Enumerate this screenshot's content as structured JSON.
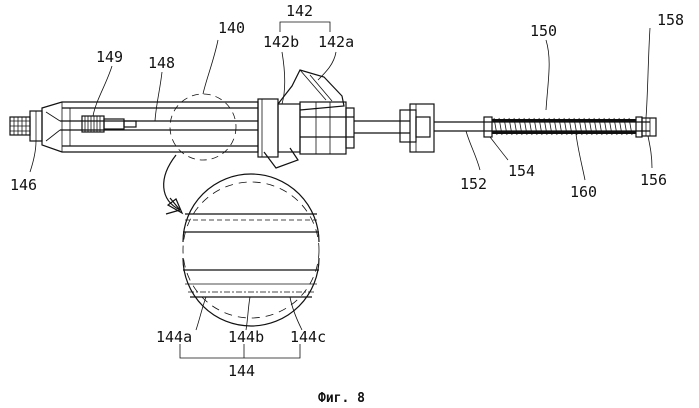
{
  "labels": {
    "l140": "140",
    "l142": "142",
    "l142b": "142b",
    "l142a": "142a",
    "l150": "150",
    "l149": "149",
    "l148": "148",
    "l158": "158",
    "l146": "146",
    "l152": "152",
    "l154": "154",
    "l160": "160",
    "l156": "156",
    "l144a": "144a",
    "l144b": "144b",
    "l144c": "144c",
    "l144": "144"
  },
  "caption": "Фиг. 8"
}
